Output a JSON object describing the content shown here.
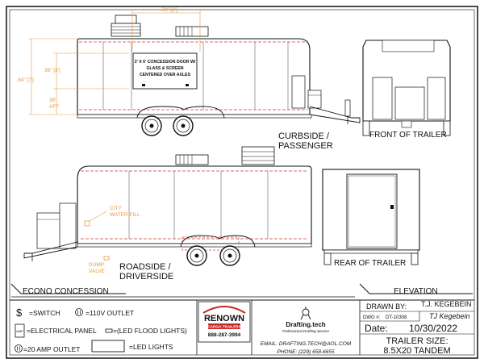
{
  "title_block": {
    "project_label": "ECONO CONCESSION",
    "sheet_label": "ELEVATION",
    "drawn_by_label": "DRAWN BY:",
    "drawn_by_name": "T.J. KEGEBEIN",
    "signature": "TJ Kegebein",
    "dwg_label": "DWG #:",
    "dwg_number": "DT-10308",
    "date_label": "Date:",
    "date_value": "10/30/2022",
    "trailer_size_label": "TRAILER SIZE:",
    "trailer_size_value": "8.5X20 TANDEM"
  },
  "legend": {
    "switch_symbol": "$",
    "switch_label": "=SWITCH",
    "outlet_110_label": "=110V OUTLET",
    "panel_symbol": "AMP",
    "panel_label": "=ELECTRICAL PANEL",
    "flood_label": "=(LED FLOOD LIGHTS)",
    "outlet_20_label": "=20 AMP OUTLET",
    "led_label": "=LED LIGHTS"
  },
  "renown": {
    "name": "RENOWN",
    "tagline": "CARGO TRAILERS",
    "phone": "888-287-3994"
  },
  "drafting": {
    "name": "Drafting.tech",
    "tagline": "Professional Drafting Service",
    "email": "EMAIL: DRAFTING.TECH@AOL.COM",
    "phone": "PHONE: (229) 658-6655"
  },
  "views": {
    "curbside_line1": "CURBSIDE /",
    "curbside_line2": "PASSENGER",
    "front": "FRONT OF TRAILER",
    "roadside_line1": "ROADSIDE /",
    "roadside_line2": "DRIVERSIDE",
    "rear": "REAR OF TRAILER"
  },
  "annotations": {
    "dim_top": "72\" [6']",
    "dim_84": "84\" [7']",
    "dim_36_upper": "36\" [3']",
    "dim_36_lower_1": "36\"",
    "dim_36_lower_2": "AFF",
    "door_note_1": "3' X 6' CONCESSION DOOR W/",
    "door_note_2": "GLASS & SCREEN",
    "door_note_3": "CENTERED OVER AXLES",
    "city_water_1": "CITY",
    "city_water_2": "WATER FILL",
    "dump_1": "DUMP",
    "dump_2": "VALVE"
  },
  "colors": {
    "line": "#111111",
    "dimension": "#e89a3c",
    "sill": "#d03a3a"
  }
}
